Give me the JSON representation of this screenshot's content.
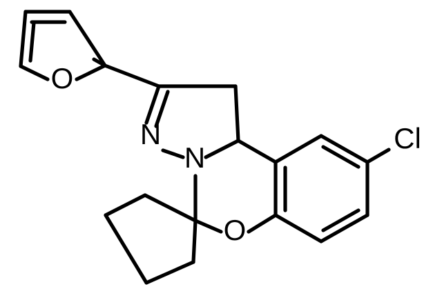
{
  "molecule": {
    "atoms": {
      "oxygen_furan": "O",
      "nitrogen_imine": "N",
      "nitrogen_ring": "N",
      "chlorine": "Cl",
      "oxygen_ether": "O"
    }
  }
}
